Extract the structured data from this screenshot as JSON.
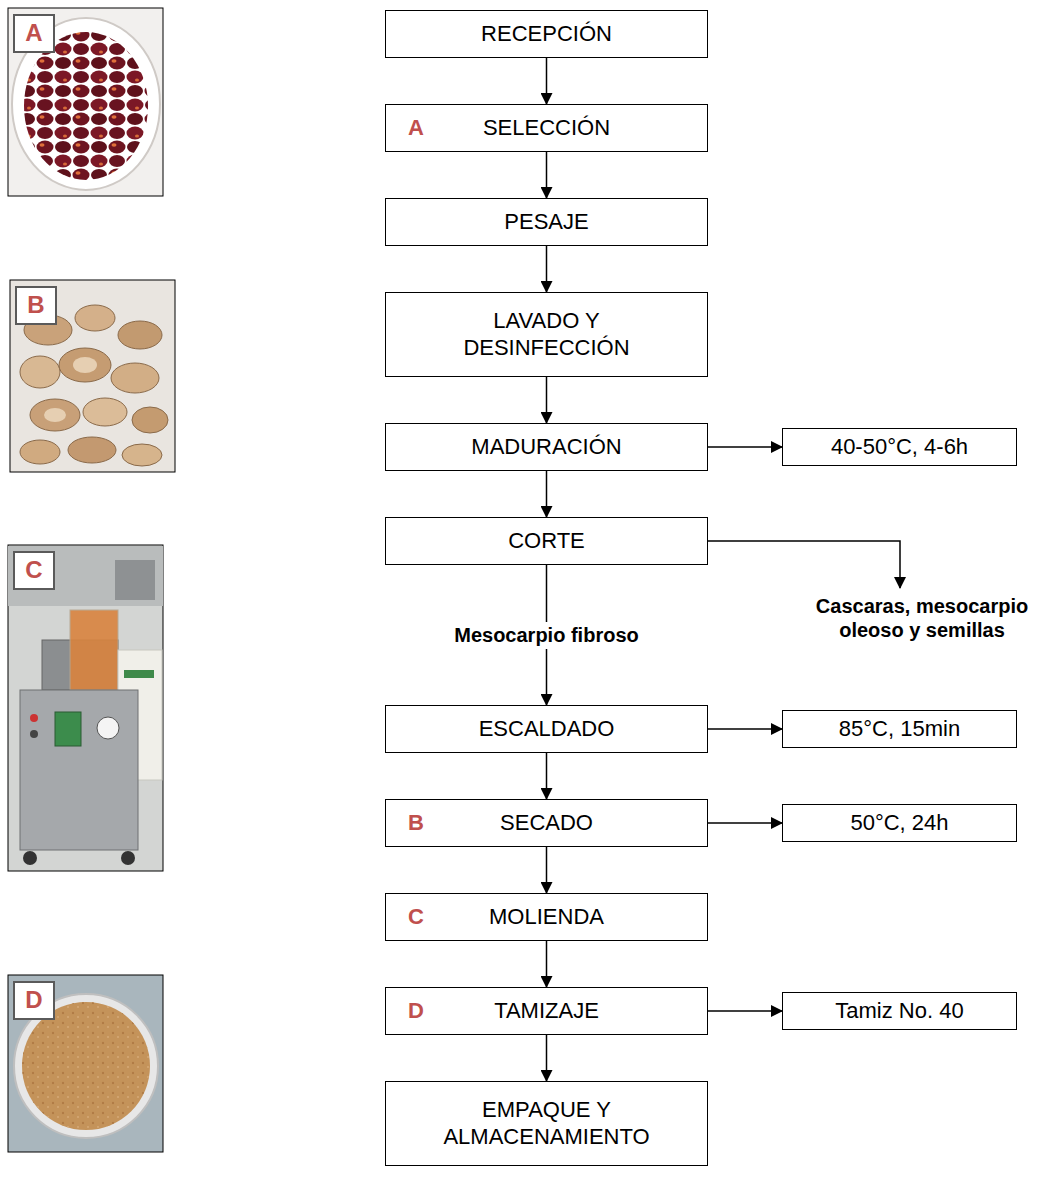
{
  "diagram": {
    "nodes": [
      {
        "text": [
          "RECEPCIÓN"
        ]
      },
      {
        "text": [
          "A",
          "SELECCIÓN"
        ]
      },
      {
        "text": [
          "PESAJE"
        ]
      },
      {
        "text": [
          "LAVADO Y DESINFECCIÓN"
        ]
      },
      {
        "text": [
          "MADURACIÓN"
        ]
      },
      {
        "text": [
          "40-50°C, 4-6h"
        ]
      },
      {
        "text": [
          "CORTE"
        ]
      },
      {
        "text": [
          "ESCALDADO"
        ]
      },
      {
        "text": [
          "85°C, 15min"
        ]
      },
      {
        "text": [
          "B",
          "SECADO"
        ]
      },
      {
        "text": [
          "50°C, 24h"
        ]
      },
      {
        "text": [
          "C",
          "MOLIENDA"
        ]
      },
      {
        "text": [
          "D",
          "TAMIZAJE"
        ]
      },
      {
        "text": [
          "Tamiz No. 40"
        ]
      },
      {
        "text": [
          "EMPAQUE Y ALMACENAMIENTO"
        ]
      },
      {
        "text": [
          "A"
        ]
      },
      {
        "text": [
          "B"
        ]
      },
      {
        "text": [
          "C"
        ]
      },
      {
        "text": [
          "D"
        ]
      }
    ],
    "edges": [
      {
        "from": 0,
        "to": 1,
        "arrow": "to"
      },
      {
        "from": 1,
        "to": 2,
        "arrow": "to"
      },
      {
        "from": 2,
        "to": 3,
        "arrow": "to"
      },
      {
        "from": 3,
        "to": 4,
        "arrow": "to"
      },
      {
        "from": 4,
        "to": 5,
        "arrow": "to"
      },
      {
        "from": 4,
        "to": 6,
        "arrow": "to"
      },
      {
        "from": 6,
        "to": 7,
        "label": "Mesocarpio fibroso",
        "arrow": "to"
      },
      {
        "from": 7,
        "to": 8,
        "arrow": "to"
      },
      {
        "from": 7,
        "to": 9,
        "arrow": "to"
      },
      {
        "from": 9,
        "to": 10,
        "arrow": "to"
      },
      {
        "from": 9,
        "to": 11,
        "arrow": "to"
      },
      {
        "from": 11,
        "to": 12,
        "arrow": "to"
      },
      {
        "from": 12,
        "to": 13,
        "arrow": "to"
      },
      {
        "from": 12,
        "to": 14,
        "arrow": "to"
      }
    ],
    "labels": [
      "Cascaras, mesocarpio oleoso y semillas"
    ]
  }
}
